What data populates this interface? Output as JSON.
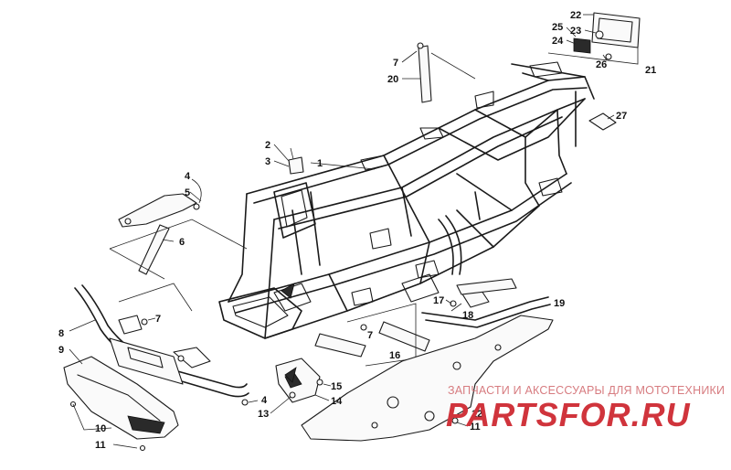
{
  "watermark": {
    "tagline": "ЗАПЧАСТИ И АКСЕССУАРЫ ДЛЯ МОТОТЕХНИКИ",
    "brand": "PARTSFOR.RU",
    "color_tagline": "#d77c80",
    "color_brand": "#d0343c"
  },
  "callouts": [
    {
      "id": "c1",
      "text": "1"
    },
    {
      "id": "c2",
      "text": "2"
    },
    {
      "id": "c3",
      "text": "3"
    },
    {
      "id": "c4a",
      "text": "4"
    },
    {
      "id": "c4b",
      "text": "4"
    },
    {
      "id": "c5",
      "text": "5"
    },
    {
      "id": "c6",
      "text": "6"
    },
    {
      "id": "c7a",
      "text": "7"
    },
    {
      "id": "c7b",
      "text": "7"
    },
    {
      "id": "c7c",
      "text": "7"
    },
    {
      "id": "c8",
      "text": "8"
    },
    {
      "id": "c9",
      "text": "9"
    },
    {
      "id": "c10",
      "text": "10"
    },
    {
      "id": "c11a",
      "text": "11"
    },
    {
      "id": "c11b",
      "text": "11"
    },
    {
      "id": "c12",
      "text": "12"
    },
    {
      "id": "c13",
      "text": "13"
    },
    {
      "id": "c14",
      "text": "14"
    },
    {
      "id": "c15",
      "text": "15"
    },
    {
      "id": "c16",
      "text": "16"
    },
    {
      "id": "c17",
      "text": "17"
    },
    {
      "id": "c18",
      "text": "18"
    },
    {
      "id": "c19",
      "text": "19"
    },
    {
      "id": "c20",
      "text": "20"
    },
    {
      "id": "c21",
      "text": "21"
    },
    {
      "id": "c22",
      "text": "22"
    },
    {
      "id": "c23",
      "text": "23"
    },
    {
      "id": "c24",
      "text": "24"
    },
    {
      "id": "c25",
      "text": "25"
    },
    {
      "id": "c26",
      "text": "26"
    },
    {
      "id": "c27",
      "text": "27"
    }
  ]
}
